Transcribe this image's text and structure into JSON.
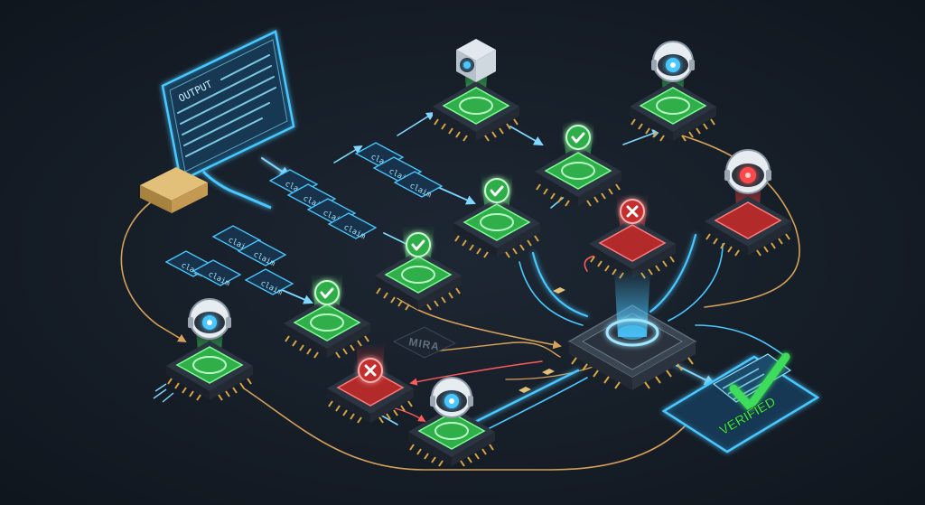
{
  "output_panel": {
    "title": "OUTPUT"
  },
  "claim_label": "claim",
  "hub": {
    "brand": "MIRA"
  },
  "verified_badge": {
    "label": "VERIFIED"
  },
  "colors": {
    "background": "#141b24",
    "valid": "#3ddc5a",
    "invalid": "#e23b3b",
    "glow_blue": "#49c8ff",
    "wire_orange": "#d7a15a",
    "chip_body": "#2b3441"
  },
  "icons": {
    "valid": "check-circle-icon",
    "invalid": "x-circle-icon",
    "verified": "checkmark-icon"
  }
}
